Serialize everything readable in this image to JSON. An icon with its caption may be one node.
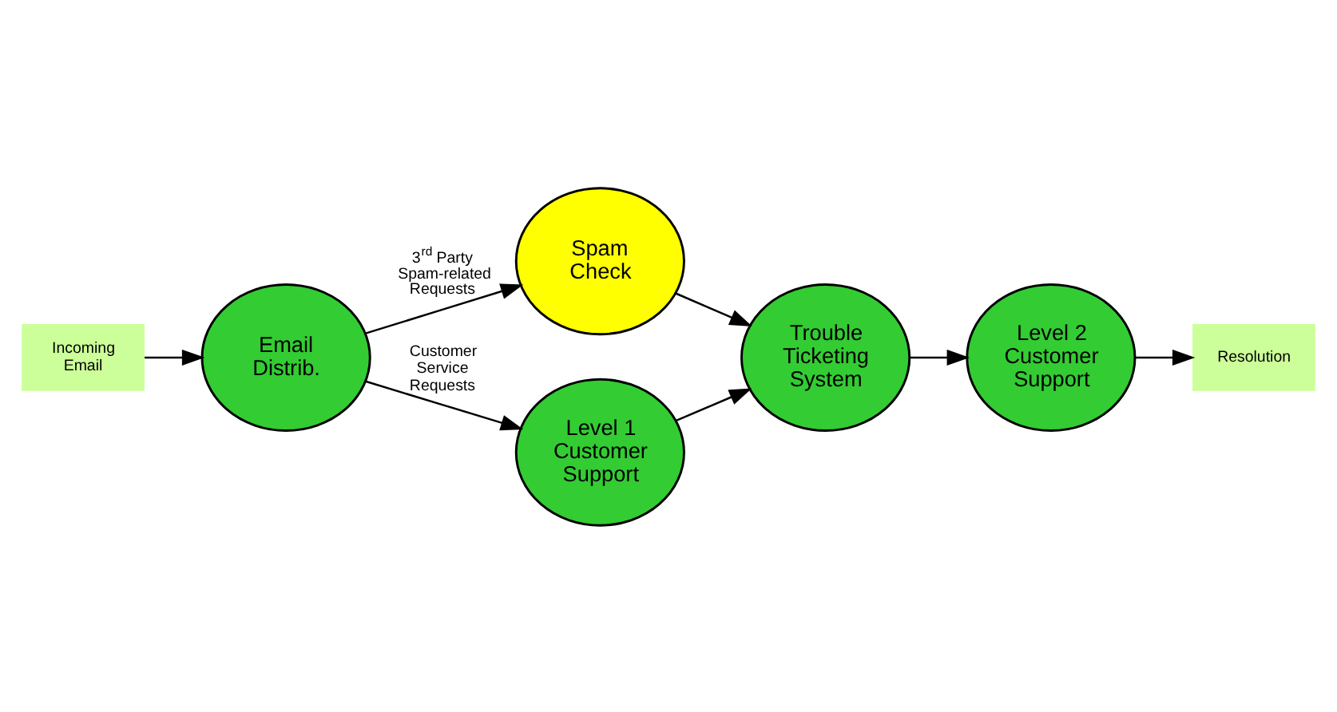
{
  "diagram": {
    "nodes": [
      {
        "text": [
          "Incoming Email"
        ]
      },
      {
        "text": [
          "Email Distrib."
        ]
      },
      {
        "text": [
          "Spam Check"
        ]
      },
      {
        "text": [
          "Level 1 Customer Support"
        ]
      },
      {
        "text": [
          "Trouble Ticketing System"
        ]
      },
      {
        "text": [
          "Level 2 Customer Support"
        ]
      },
      {
        "text": [
          "Resolution"
        ]
      }
    ],
    "edges": [
      {
        "from": 0,
        "to": 1,
        "arrow": "to"
      },
      {
        "from": 1,
        "to": 2,
        "arrow": "to",
        "label": "3$^{rd}$ Party Spam-related Requests"
      },
      {
        "from": 1,
        "to": 3,
        "arrow": "to",
        "label": "Customer Service Requests"
      },
      {
        "from": 2,
        "to": 4,
        "arrow": "to"
      },
      {
        "from": 3,
        "to": 4,
        "arrow": "to"
      },
      {
        "from": 4,
        "to": 5,
        "arrow": "to"
      },
      {
        "from": 5,
        "to": 6,
        "arrow": "to"
      }
    ]
  }
}
